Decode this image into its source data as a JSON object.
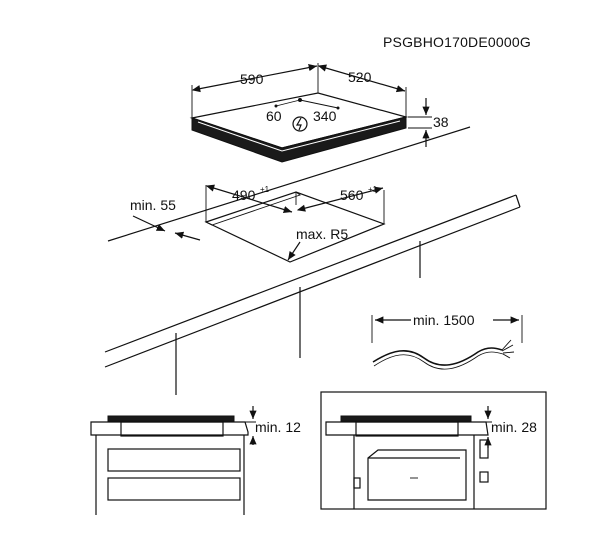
{
  "product_code": "PSGBHO170DE0000G",
  "hob": {
    "width": "590",
    "depth": "520",
    "connection_left": "60",
    "connection_right": "340",
    "height": "38"
  },
  "cutout": {
    "min_edge": "min. 55",
    "width": "490",
    "width_tol": "+1",
    "depth": "560",
    "depth_tol": "+1",
    "radius": "max. R5"
  },
  "cable": {
    "min_length": "min. 1500"
  },
  "installation": {
    "left_clearance": "min. 12",
    "right_clearance": "min. 28"
  }
}
